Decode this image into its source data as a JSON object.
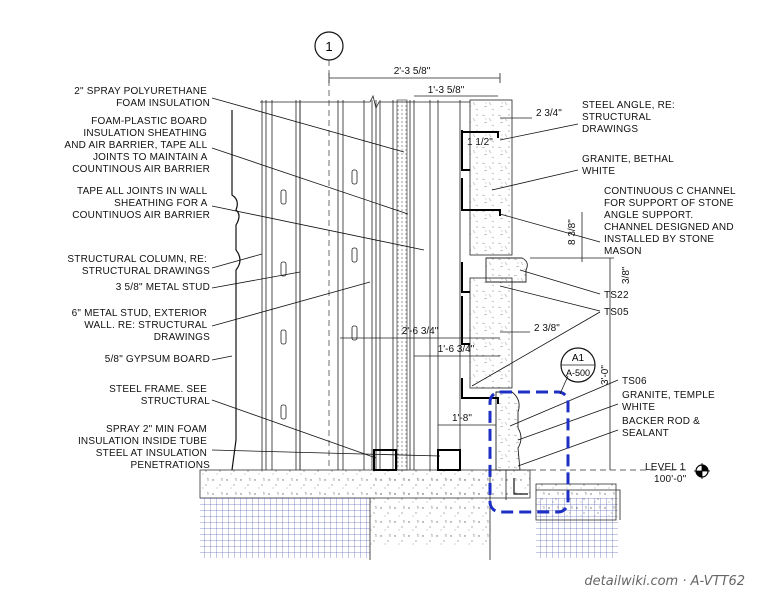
{
  "grid_bubble": "1",
  "dimensions": {
    "overall_top": "2'-3 5/8\"",
    "cavity_top": "1'-3 5/8\"",
    "angle_top": "2 3/4\"",
    "angle_gap": "1 1/2\"",
    "channel_spacing": "8 3/8\"",
    "small_3_8": "3/8\"",
    "overall_mid": "2'-6 3/4\"",
    "angle_mid": "2 3/8\"",
    "cavity_mid": "1'-6 3/4\"",
    "base_height": "3'-0\"",
    "cavity_low": "1'-8\""
  },
  "notes_left": [
    "2\" SPRAY POLYURETHANE FOAM INSULATION",
    "FOAM-PLASTIC BOARD INSULATION SHEATHING AND AIR BARRIER, TAPE ALL JOINTS TO MAINTAIN A COUNTINOUS AIR BARRIER",
    "TAPE ALL JOINTS IN WALL SHEATHING FOR A COUNTINUOS AIR BARRIER",
    "STRUCTURAL COLUMN, RE: STRUCTURAL DRAWINGS",
    "3 5/8\" METAL STUD",
    "6\" METAL STUD, EXTERIOR WALL. RE: STRUCTURAL DRAWINGS",
    "5/8\" GYPSUM BOARD",
    "STEEL FRAME. SEE STRUCTURAL",
    "SPRAY 2\" MIN FOAM INSULATION INSIDE TUBE STEEL AT INSULATION PENETRATIONS"
  ],
  "notes_right": [
    "STEEL ANGLE, RE: STRUCTURAL DRAWINGS",
    "GRANITE, BETHAL WHITE",
    "CONTINUOUS C CHANNEL FOR SUPPORT OF STONE ANGLE SUPPORT. CHANNEL DESIGNED AND INSTALLED BY STONE MASON",
    "TS22",
    "TS05",
    "TS06",
    "GRANITE, TEMPLE WHITE",
    "BACKER ROD & SEALANT"
  ],
  "detail_callout": {
    "number": "A1",
    "sheet": "A-500"
  },
  "level": {
    "name": "LEVEL 1",
    "elevation": "100'-0\""
  },
  "watermark": "detailwiki.com  ·  A-VTT62"
}
